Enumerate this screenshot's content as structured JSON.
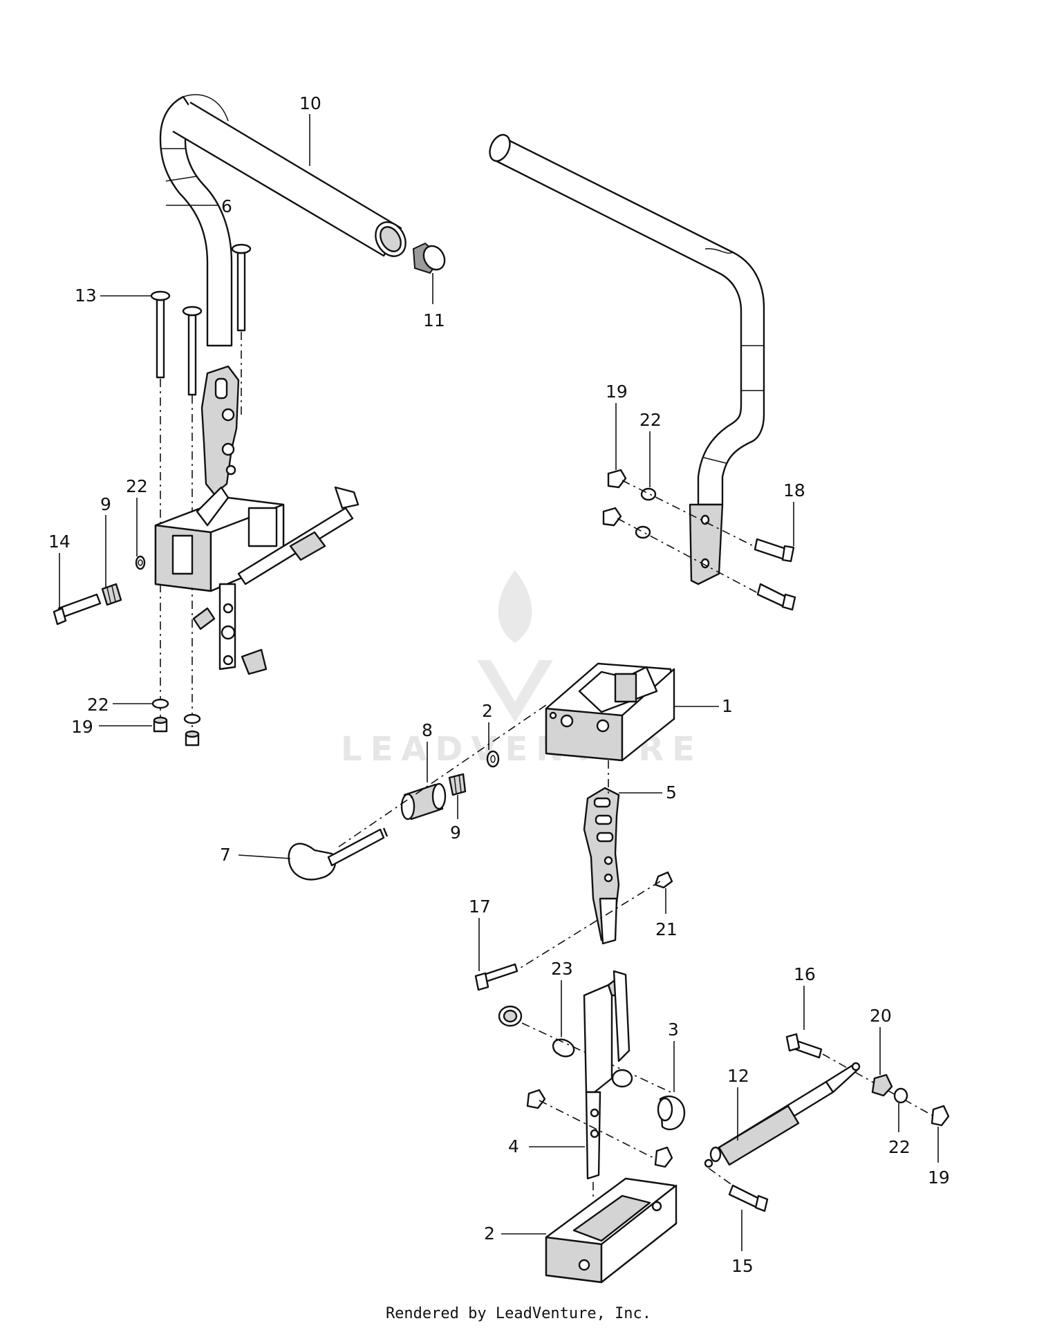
{
  "watermark": {
    "text": "LEADVENTURE"
  },
  "footer": {
    "text": "Rendered by LeadVenture, Inc."
  },
  "callouts": {
    "c10": "10",
    "c6": "6",
    "c13": "13",
    "c11": "11",
    "c22a": "22",
    "c9a": "9",
    "c14": "14",
    "c22b": "22",
    "c19a": "19",
    "c19b": "19",
    "c22c": "22",
    "c18": "18",
    "c1": "1",
    "c2a": "2",
    "c8": "8",
    "c9b": "9",
    "c7": "7",
    "c5": "5",
    "c21": "21",
    "c17": "17",
    "c23": "23",
    "c3": "3",
    "c4": "4",
    "c2b": "2",
    "c16": "16",
    "c20": "20",
    "c12": "12",
    "c22d": "22",
    "c19c": "19",
    "c15": "15"
  }
}
